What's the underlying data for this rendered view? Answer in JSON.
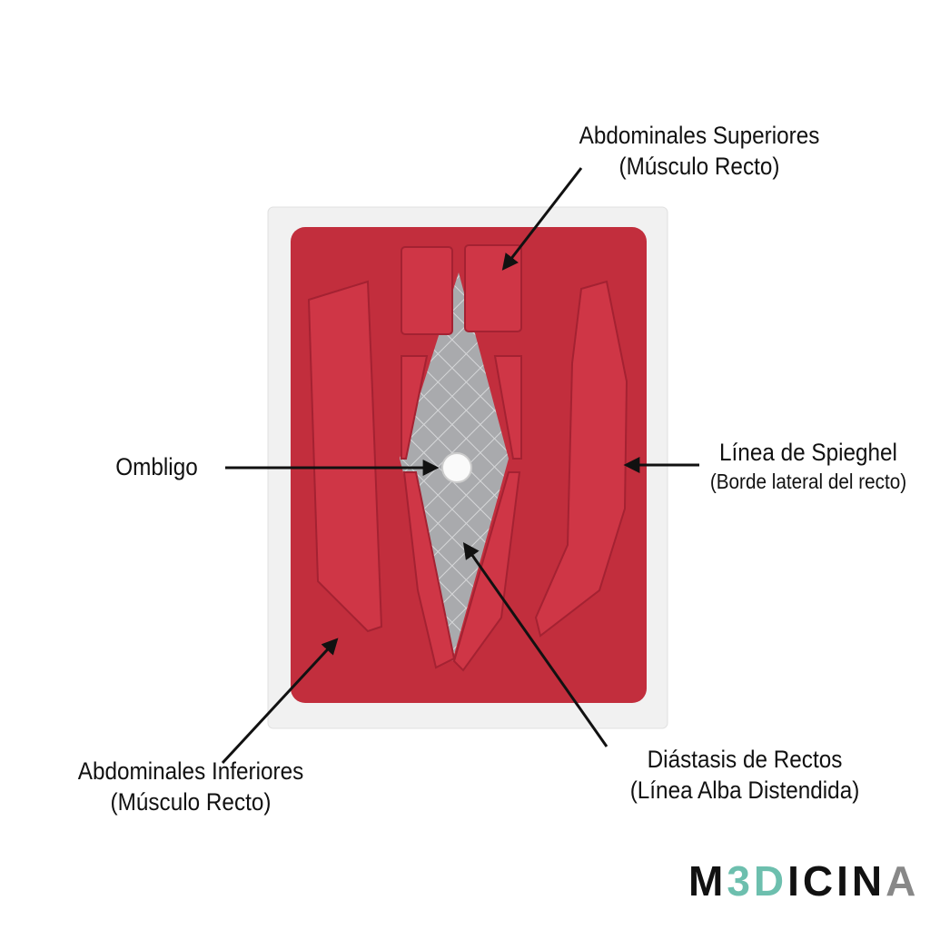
{
  "labels": {
    "superiores": {
      "line1": "Abdominales Superiores",
      "line2": "(Músculo Recto)"
    },
    "ombligo": {
      "line1": "Ombligo"
    },
    "spieghel": {
      "line1": "Línea de Spieghel",
      "line2": "(Borde lateral del recto)"
    },
    "inferiores": {
      "line1": "Abdominales Inferiores",
      "line2": "(Músculo Recto)"
    },
    "diastasis": {
      "line1": "Diástasis de Rectos",
      "line2": "(Línea Alba Distendida)"
    }
  },
  "logo": {
    "part1": "M",
    "part2": "3D",
    "part3": "ICIN",
    "part4": "A"
  },
  "colors": {
    "muscle": "#c8303f",
    "frame": "#f2f2f2",
    "mesh": "#a9aaad",
    "accent": "#6dbfae"
  }
}
